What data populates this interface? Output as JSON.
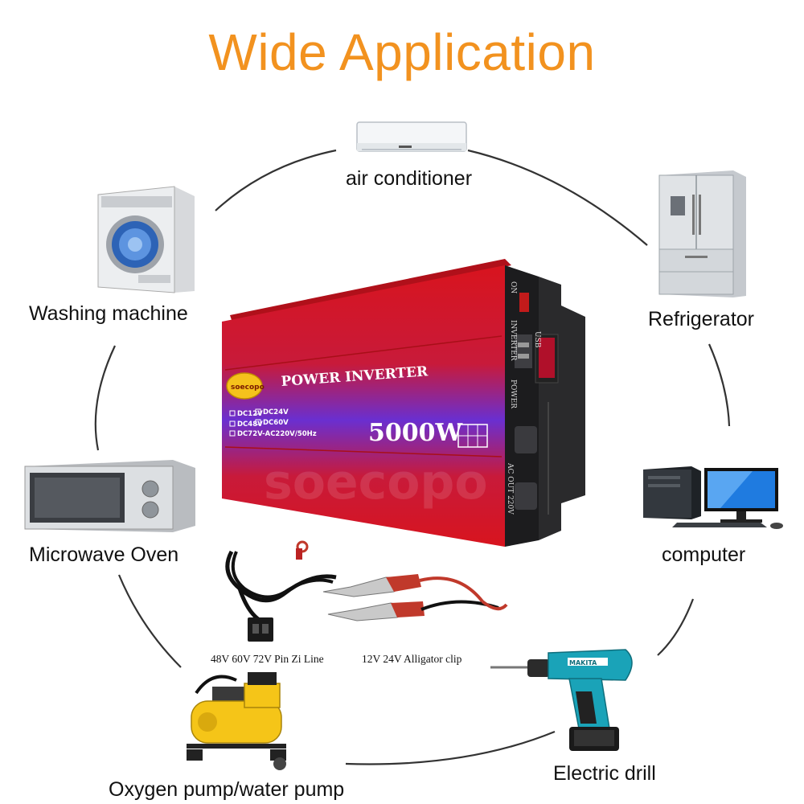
{
  "title": "Wide Application",
  "appliances": {
    "air_conditioner": "air conditioner",
    "washing_machine": "Washing machine",
    "refrigerator": "Refrigerator",
    "microwave": "Microwave Oven",
    "computer": "computer",
    "pump": "Oxygen pump/water pump",
    "drill": "Electric drill"
  },
  "inverter": {
    "brand_badge": "soecopo",
    "product_name": "POWER INVERTER",
    "wattage": "5000W",
    "voltage_options": [
      "DC12V",
      "DC24V",
      "DC48V",
      "DC60V"
    ],
    "spec_line": "DC72V-AC220V/50Hz",
    "side_label_inverter": "INVERTER",
    "side_label_on": "ON",
    "side_label_power": "POWER",
    "side_label_usb": "USB",
    "side_label_ac_out": "AC OUT 220V",
    "watermark": "soecopo"
  },
  "drill_brand": "MAKITA",
  "accessories": {
    "pin_line": "48V 60V 72V Pin Zi Line",
    "alligator": "12V 24V Alligator clip"
  },
  "colors": {
    "title": "#f2921f",
    "inverter_red": "#d8141e",
    "inverter_purple": "#6a2fd0",
    "drill_teal": "#1aa3b8"
  }
}
